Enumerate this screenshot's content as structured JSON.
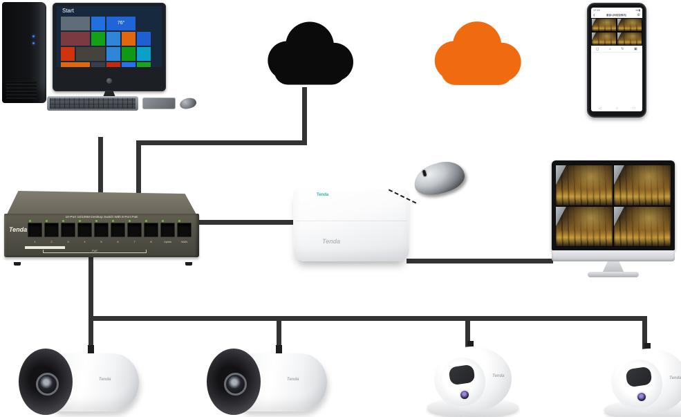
{
  "scene": {
    "background": "#ffffff",
    "wire_color": "#333333"
  },
  "pc": {
    "start_label": "Start",
    "tiles": [
      {
        "c": "#5f6d78",
        "w": "w"
      },
      {
        "c": "#2170e0",
        "w": "s"
      },
      {
        "c": "#2064d8",
        "w": "w",
        "t": "76°"
      },
      {
        "c": "#7a3a40",
        "w": "w"
      },
      {
        "c": "#15a01a",
        "w": "s"
      },
      {
        "c": "#2f86d8",
        "w": "s"
      },
      {
        "c": "#e0670f",
        "w": "s"
      },
      {
        "c": "#1f5fd0",
        "w": "s"
      },
      {
        "c": "#d0330e",
        "w": "s"
      },
      {
        "c": "#46423c",
        "w": "w"
      },
      {
        "c": "#2f86d8",
        "w": "s"
      },
      {
        "c": "#0f9a15",
        "w": "s"
      },
      {
        "c": "#0ba0c8",
        "w": "s"
      },
      {
        "c": "#e0670f",
        "w": "w"
      },
      {
        "c": "#3a3f45",
        "w": "s"
      },
      {
        "c": "#c42a10",
        "w": "s"
      },
      {
        "c": "#2672ec",
        "w": "s"
      },
      {
        "c": "#18a51d",
        "w": "s"
      },
      {
        "c": "#2c6fd1",
        "w": "s"
      }
    ]
  },
  "clouds": {
    "black": {
      "color": "#0b0b0b"
    },
    "orange": {
      "color": "#f06a10"
    }
  },
  "phone": {
    "status_time": "17:21",
    "status_icons": "▪▪▪▮",
    "back_icon": "‹",
    "title": "通道1(网络摄像机)",
    "settings_icon": "⚙",
    "toolbar_icons": [
      "◻",
      "⌂",
      "↻",
      "▣"
    ],
    "nav_back": "◁",
    "nav_home": "○",
    "nav_recent": "□"
  },
  "switch": {
    "brand": "Tenda",
    "caption": "10-Port 10/100M Desktop Switch With 8-Port PoE",
    "port_labels": [
      "1",
      "2",
      "3",
      "4",
      "5",
      "6",
      "7",
      "8",
      "Uplink",
      "WAN"
    ],
    "poe_group_label": "PoE",
    "led_color": "#5ad225"
  },
  "nvr": {
    "brand": "Tenda",
    "front_logo": "Tenda"
  },
  "cameras": {
    "bullet_brand": "Tenda",
    "dome_brand": "Tenda"
  }
}
